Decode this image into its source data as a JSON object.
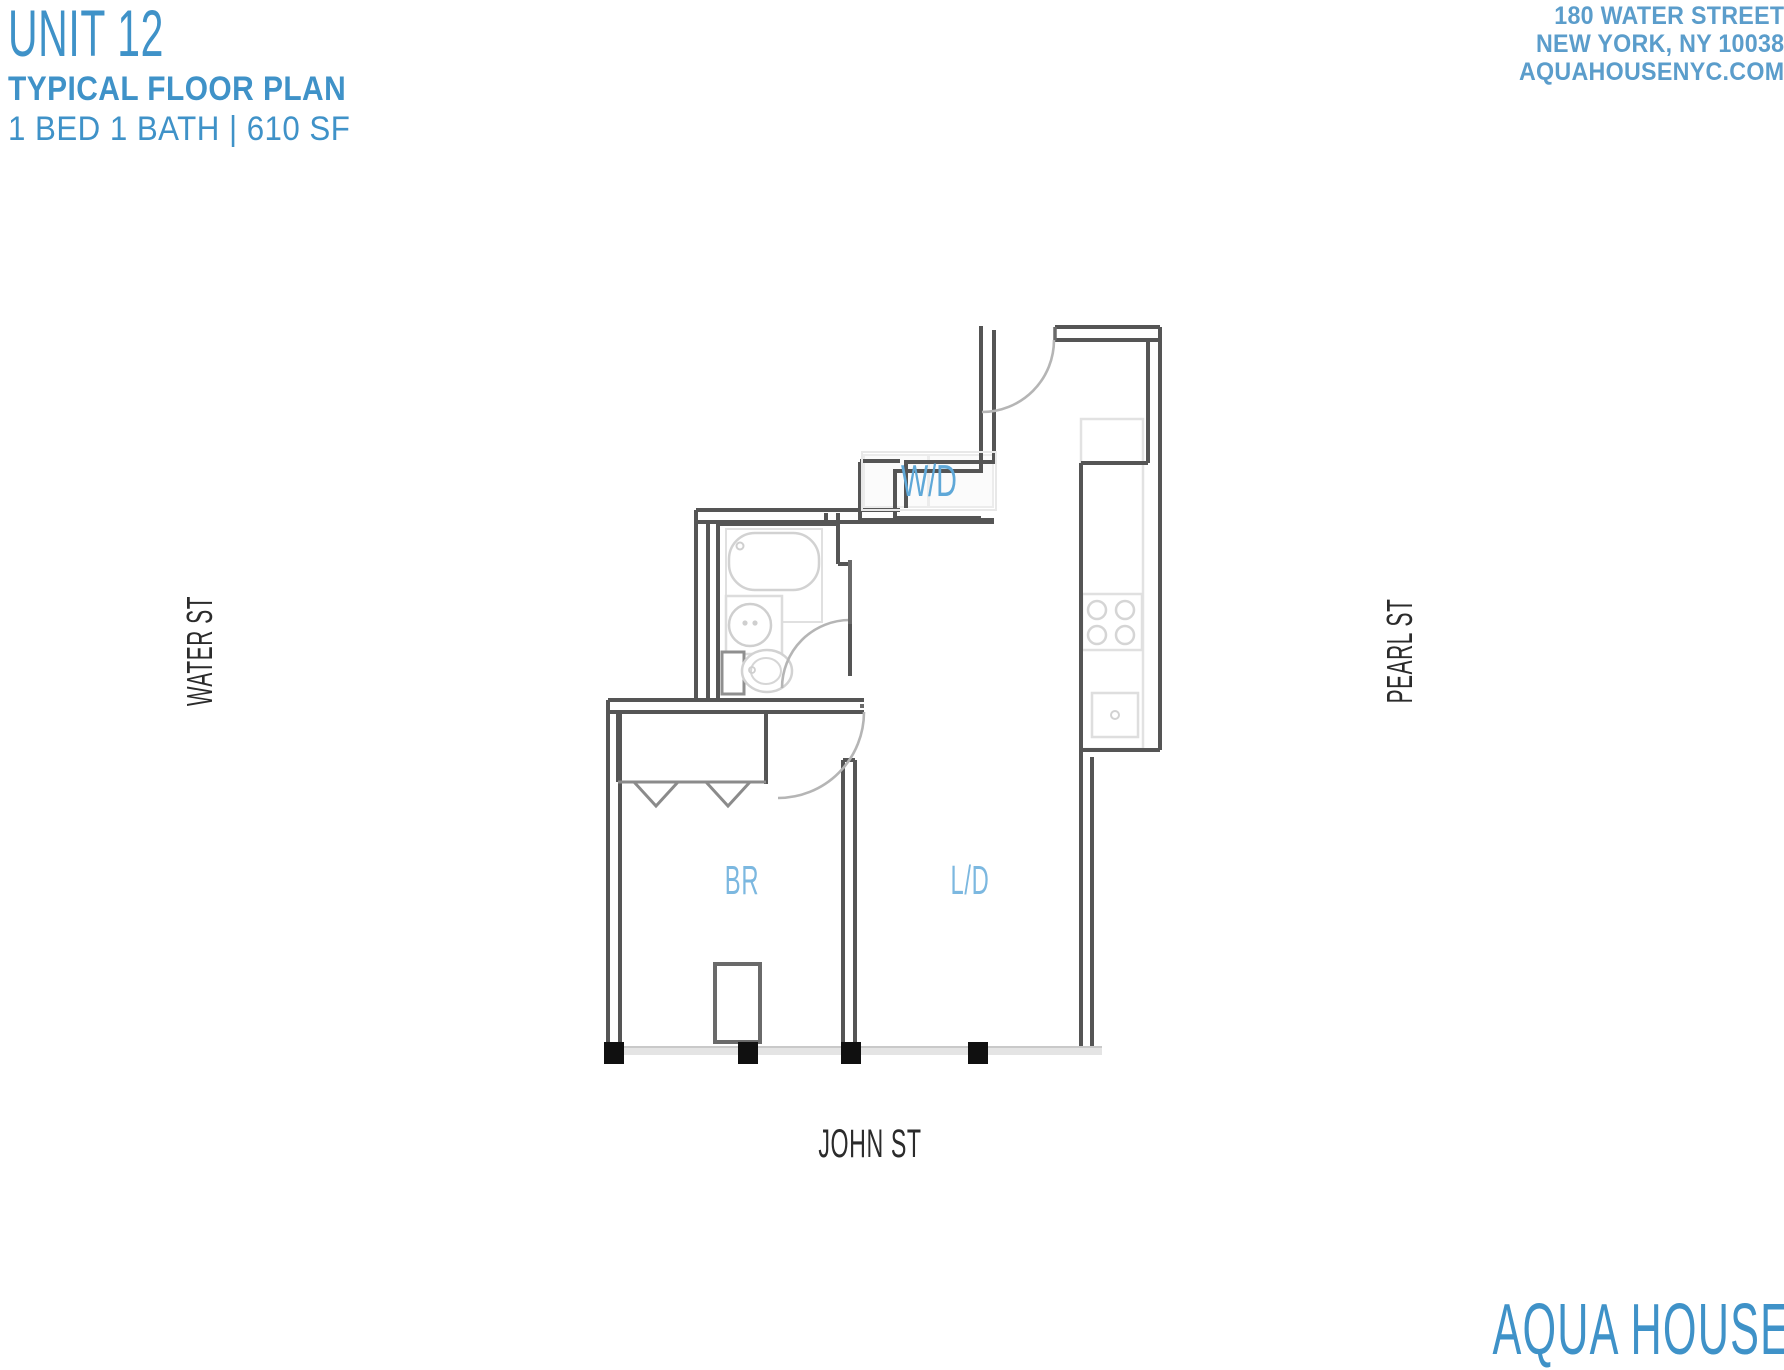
{
  "header": {
    "unit_title": "UNIT 12",
    "plan_subtitle": "TYPICAL FLOOR PLAN",
    "plan_specs": "1 BED 1 BATH | 610 SF"
  },
  "address": {
    "line1": "180 WATER STREET",
    "line2": "NEW YORK, NY 10038",
    "line3": "AQUAHOUSENYC.COM"
  },
  "logo": {
    "brand": "AQUA HOUSE"
  },
  "streets": {
    "west": "WATER ST",
    "east": "PEARL ST",
    "south": "JOHN ST"
  },
  "rooms": {
    "bedroom": "BR",
    "living_dining": "L/D",
    "washer_dryer": "W/D"
  },
  "colors": {
    "brand_blue": "#3f92c8",
    "address_blue": "#5b9dcb",
    "room_label_blue": "#7cb8e0",
    "wd_label_blue": "#5fa8d8",
    "wall_dark": "#4a4a4a",
    "wall_light": "#d8d8d8",
    "fixture_gray": "#cfcfcf",
    "column_black": "#111111",
    "street_text": "#2b2b2b"
  },
  "fixtures": [
    {
      "name": "bathtub",
      "room": "bathroom"
    },
    {
      "name": "vanity-sink",
      "room": "bathroom"
    },
    {
      "name": "toilet",
      "room": "bathroom"
    },
    {
      "name": "range-cooktop",
      "room": "kitchen"
    },
    {
      "name": "kitchen-sink",
      "room": "kitchen"
    },
    {
      "name": "washer-dryer-stack",
      "room": "laundry-closet"
    },
    {
      "name": "bifold-closet-doors",
      "room": "bedroom"
    },
    {
      "name": "entry-door",
      "room": "entry"
    },
    {
      "name": "bathroom-door",
      "room": "bathroom"
    },
    {
      "name": "bedroom-door",
      "room": "bedroom"
    }
  ],
  "structure": {
    "columns": 4,
    "column_label": "structural-column"
  }
}
